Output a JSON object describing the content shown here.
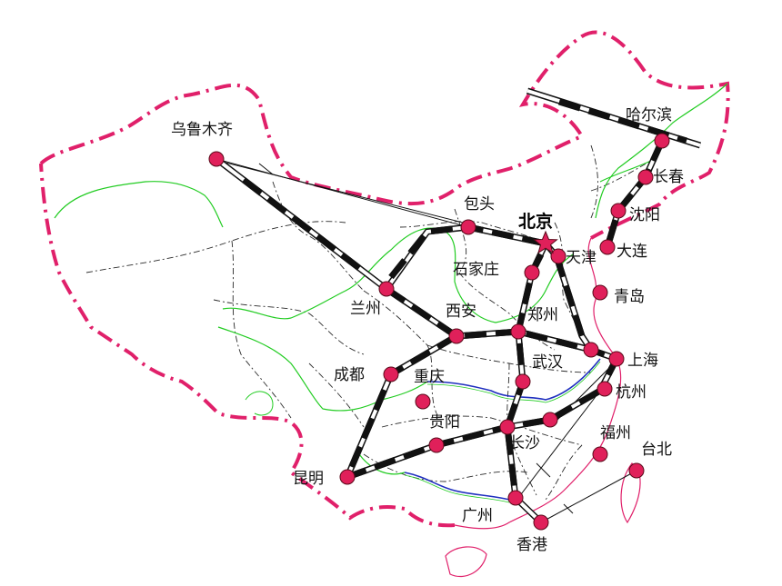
{
  "colors": {
    "border": "#e0206a",
    "province": "#2a2a2a",
    "river_green": "#22cc22",
    "river_blue": "#1f2fbf",
    "city_fill": "#e0205a",
    "city_stroke": "#5a0a1a",
    "rail": "#111111"
  },
  "capital": {
    "name": "北京",
    "icon": "star-icon"
  },
  "cities": {
    "urumqi": "乌鲁木齐",
    "harbin": "哈尔滨",
    "changchun": "长春",
    "shenyang": "沈阳",
    "dalian": "大连",
    "baotou": "包头",
    "tianjin": "天津",
    "shijiazhuang": "石家庄",
    "qingdao": "青岛",
    "lanzhou": "兰州",
    "xian": "西安",
    "zhengzhou": "郑州",
    "shanghai": "上海",
    "chengdu": "成都",
    "chongqing": "重庆",
    "wuhan": "武汉",
    "hangzhou": "杭州",
    "guiyang": "贵阳",
    "changsha": "长沙",
    "fuzhou": "福州",
    "taibei": "台北",
    "kunming": "昆明",
    "guangzhou": "广州",
    "hongkong": "香港"
  }
}
